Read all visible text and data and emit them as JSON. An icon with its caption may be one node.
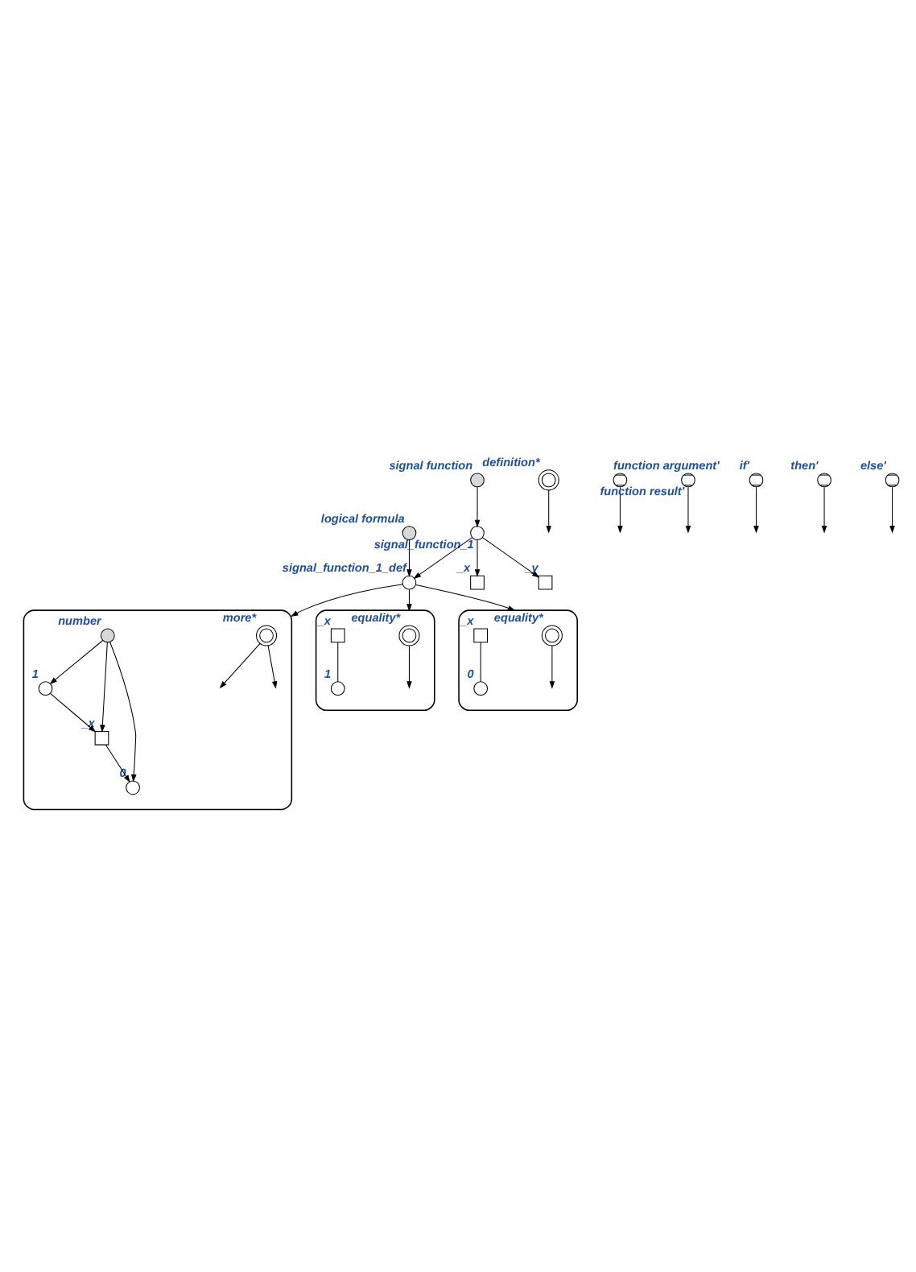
{
  "diagram": {
    "nodes": [
      {
        "text": [
          "logical formula"
        ]
      },
      {
        "text": [
          "signal function"
        ]
      },
      {
        "text": [
          "signal_function_1_def"
        ]
      },
      {
        "text": [
          "signal_function_1"
        ]
      },
      {
        "text": [
          "definition*"
        ]
      },
      {
        "text": [
          "function argument'"
        ]
      },
      {
        "text": [
          "function result'"
        ]
      },
      {
        "text": [
          "_x"
        ]
      },
      {
        "text": [
          "_y"
        ]
      },
      {
        "text": [
          "if'"
        ]
      },
      {
        "text": [],
        "shape": "box"
      },
      {
        "text": [
          "more*"
        ],
        "in": 10
      },
      {
        "text": [
          "1"
        ],
        "in": 10
      },
      {
        "text": [
          "_x"
        ],
        "in": 10
      },
      {
        "text": [
          "0"
        ],
        "in": 10
      },
      {
        "text": [
          "number"
        ],
        "in": 10
      },
      {
        "text": [
          "then'"
        ]
      },
      {
        "text": [],
        "shape": "box"
      },
      {
        "text": [
          "equality*"
        ],
        "in": 17
      },
      {
        "text": [
          "_x"
        ],
        "in": 17
      },
      {
        "text": [
          "1"
        ],
        "in": 17
      },
      {
        "text": [
          "else'"
        ]
      },
      {
        "text": [],
        "shape": "box"
      },
      {
        "text": [
          "equality*"
        ],
        "in": 22
      },
      {
        "text": [
          "_x"
        ],
        "in": 22
      },
      {
        "text": [
          "0"
        ],
        "in": 22
      }
    ],
    "edges": [
      {
        "from": 0,
        "to": 2,
        "arrow": "to"
      },
      {
        "from": 1,
        "to": 3,
        "arrow": "to"
      },
      {
        "from": 3,
        "to": 2,
        "arrow": "to"
      },
      {
        "from": 4,
        "to": null,
        "arrow": "to"
      },
      {
        "from": 3,
        "to": 7,
        "arrow": "to"
      },
      {
        "from": 3,
        "to": 8,
        "arrow": "to"
      },
      {
        "from": 5,
        "to": null,
        "arrow": "to"
      },
      {
        "from": 6,
        "to": null,
        "arrow": "to"
      },
      {
        "from": 2,
        "to": 10,
        "arrow": "to"
      },
      {
        "from": 9,
        "to": null,
        "arrow": "to"
      },
      {
        "from": 11,
        "to": null,
        "arrow": "to"
      },
      {
        "from": 11,
        "to": null,
        "arrow": "to"
      },
      {
        "from": 12,
        "to": 13,
        "arrow": "to"
      },
      {
        "from": 13,
        "to": 14,
        "arrow": "to"
      },
      {
        "from": 15,
        "to": 12,
        "arrow": "to"
      },
      {
        "from": 15,
        "to": 13,
        "arrow": "to"
      },
      {
        "from": 15,
        "to": 14,
        "arrow": "to"
      },
      {
        "from": 2,
        "to": 17,
        "arrow": "to"
      },
      {
        "from": 16,
        "to": null,
        "arrow": "to"
      },
      {
        "from": 18,
        "to": null,
        "arrow": "to"
      },
      {
        "from": 19,
        "to": 20,
        "arrow": "none"
      },
      {
        "from": 2,
        "to": 22,
        "arrow": "to"
      },
      {
        "from": 21,
        "to": null,
        "arrow": "to"
      },
      {
        "from": 23,
        "to": null,
        "arrow": "to"
      },
      {
        "from": 24,
        "to": 25,
        "arrow": "none"
      }
    ]
  }
}
